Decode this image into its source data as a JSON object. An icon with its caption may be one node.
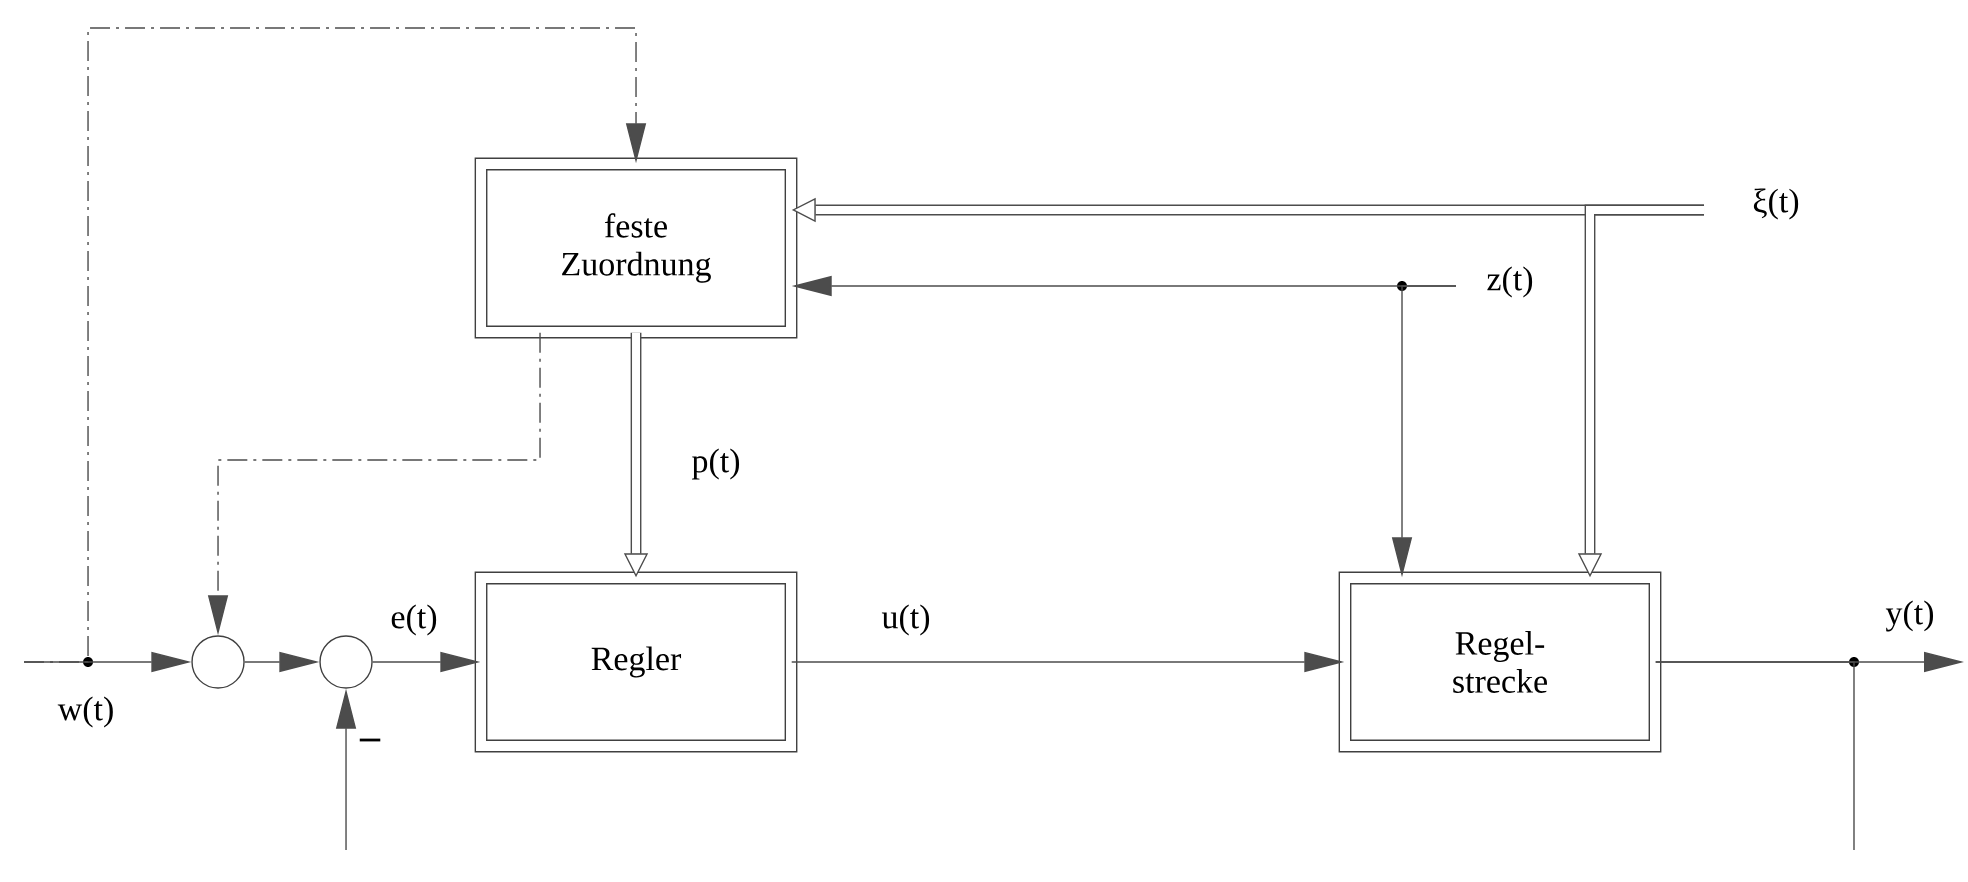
{
  "diagram": {
    "nodes": [
      {
        "text": [
          "feste Zuordnung"
        ]
      },
      {
        "text": [
          "Regler"
        ]
      },
      {
        "text": [
          "Regel- strecke"
        ]
      },
      {
        "text": [],
        "shape": "circle"
      },
      {
        "text": [],
        "shape": "circle"
      }
    ],
    "edges": [
      {
        "from": null,
        "to": 3,
        "arrow": "to",
        "label": "w(t)"
      },
      {
        "from": null,
        "to": 0,
        "arrow": "to",
        "style": "dashed"
      },
      {
        "from": 3,
        "to": 4,
        "arrow": "to"
      },
      {
        "from": 0,
        "to": 3,
        "arrow": "to",
        "style": "dashed"
      },
      {
        "from": 4,
        "to": 1,
        "arrow": "to",
        "label": "e(t)"
      },
      {
        "from": null,
        "to": 4,
        "arrow": "to"
      },
      {
        "from": 0,
        "to": 1,
        "arrow": "to",
        "style": "thick",
        "label": "p(t)"
      },
      {
        "from": 1,
        "to": 2,
        "arrow": "to",
        "label": "u(t)"
      },
      {
        "from": 2,
        "to": null,
        "arrow": "to",
        "label": "y(t)"
      },
      {
        "from": 2,
        "to": null,
        "arrow": "none"
      },
      {
        "from": null,
        "to": 0,
        "arrow": "to",
        "label": "z(t)"
      },
      {
        "from": null,
        "to": 2,
        "arrow": "to"
      },
      {
        "from": null,
        "to": 0,
        "arrow": "to",
        "style": "thick",
        "label": "ξ(t)"
      },
      {
        "from": null,
        "to": 2,
        "arrow": "to",
        "style": "thick"
      }
    ],
    "labels": [
      "–"
    ]
  }
}
